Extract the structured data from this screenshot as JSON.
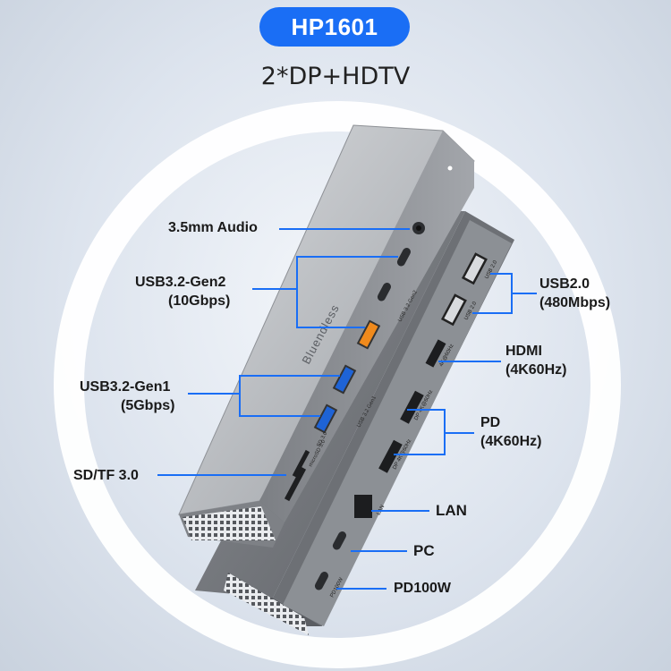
{
  "header": {
    "model": "HP1601",
    "subtitle": "2*DP+HDTV"
  },
  "device": {
    "brand_text": "Bluendless",
    "port_text": {
      "usb_gen2": "USB 3.2 Gen2",
      "usb_gen1": "USB 3.2 Gen1",
      "microsd": "microSD 3.0",
      "sd": "SD 3.0",
      "usb20_a": "USB 2.0",
      "usb20_b": "USB 2.0",
      "hdmi": "4K@60Hz",
      "dp1": "DP 4K@60Hz",
      "dp2": "DP 4K@60Hz",
      "lan": "LAN",
      "pd": "PD100W"
    }
  },
  "labels": {
    "audio": "3.5mm Audio",
    "gen2_line1": "USB3.2-Gen2",
    "gen2_line2": "(10Gbps)",
    "gen1_line1": "USB3.2-Gen1",
    "gen1_line2": "(5Gbps)",
    "sdtf": "SD/TF 3.0",
    "usb20_line1": "USB2.0",
    "usb20_line2": "(480Mbps)",
    "hdmi_line1": "HDMI",
    "hdmi_line2": "(4K60Hz)",
    "pd_line1": "PD",
    "pd_line2": "(4K60Hz)",
    "lan": "LAN",
    "pc": "PC",
    "pd100w": "PD100W"
  },
  "colors": {
    "accent": "#1a6ef5",
    "callout_line": "#1a6ef5",
    "usb_gen1_port": "#1e63d6",
    "usb_gen2_port": "#f08a1c"
  }
}
